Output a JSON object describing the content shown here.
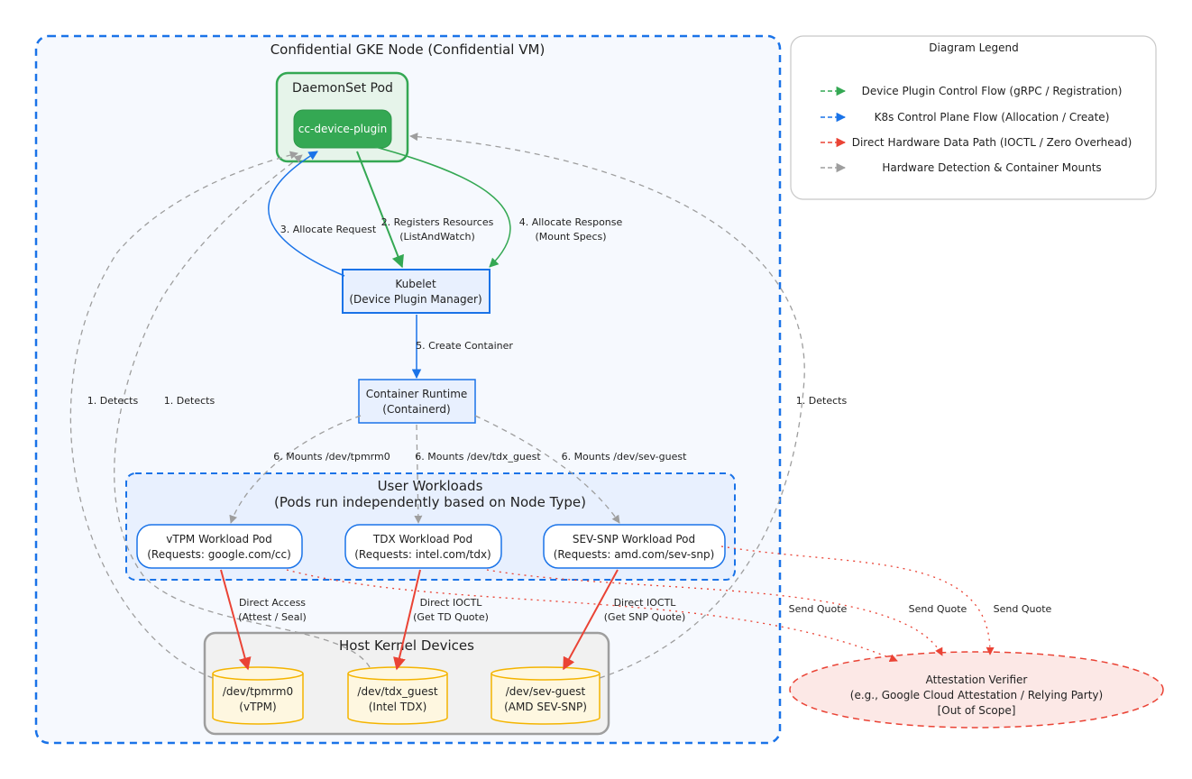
{
  "node": {
    "title": "Confidential GKE Node (Confidential VM)"
  },
  "daemonset": {
    "title": "DaemonSet Pod",
    "plugin": "cc-device-plugin"
  },
  "kubelet": {
    "line1": "Kubelet",
    "line2": "(Device Plugin Manager)"
  },
  "runtime": {
    "line1": "Container Runtime",
    "line2": "(Containerd)"
  },
  "workloads": {
    "title1": "User Workloads",
    "title2": "(Pods run independently based on Node Type)",
    "pods": [
      {
        "line1": "vTPM Workload Pod",
        "line2": "(Requests: google.com/cc)"
      },
      {
        "line1": "TDX Workload Pod",
        "line2": "(Requests: intel.com/tdx)"
      },
      {
        "line1": "SEV-SNP Workload Pod",
        "line2": "(Requests: amd.com/sev-snp)"
      }
    ]
  },
  "host": {
    "title": "Host Kernel Devices",
    "devices": [
      {
        "line1": "/dev/tpmrm0",
        "line2": "(vTPM)"
      },
      {
        "line1": "/dev/tdx_guest",
        "line2": "(Intel TDX)"
      },
      {
        "line1": "/dev/sev-guest",
        "line2": "(AMD SEV-SNP)"
      }
    ]
  },
  "verifier": {
    "line1": "Attestation Verifier",
    "line2": "(e.g., Google Cloud Attestation / Relying Party)",
    "line3": "[Out of Scope]"
  },
  "edges": {
    "registers1": "2. Registers Resources",
    "registers2": "(ListAndWatch)",
    "allocate_request": "3. Allocate Request",
    "allocate_response1": "4. Allocate Response",
    "allocate_response2": "(Mount Specs)",
    "create_container": "5. Create Container",
    "mount_tpm": "6. Mounts /dev/tpmrm0",
    "mount_tdx": "6. Mounts /dev/tdx_guest",
    "mount_sev": "6. Mounts /dev/sev-guest",
    "detects_left": "1. Detects",
    "detects_mid": "1. Detects",
    "detects_right": "1. Detects",
    "direct_access1": "Direct Access",
    "direct_access2": "(Attest / Seal)",
    "tdx_ioctl1": "Direct IOCTL",
    "tdx_ioctl2": "(Get TD Quote)",
    "snp_ioctl1": "Direct IOCTL",
    "snp_ioctl2": "(Get SNP Quote)",
    "send_quote_1": "Send Quote",
    "send_quote_2": "Send Quote",
    "send_quote_3": "Send Quote"
  },
  "legend": {
    "title": "Diagram Legend",
    "items": [
      {
        "label": "Device Plugin Control Flow (gRPC / Registration)",
        "color": "#34a853"
      },
      {
        "label": "K8s Control Plane Flow (Allocation / Create)",
        "color": "#1a73e8"
      },
      {
        "label": "Direct Hardware Data Path (IOCTL / Zero Overhead)",
        "color": "#ea4335"
      },
      {
        "label": "Hardware Detection & Container Mounts",
        "color": "#9e9e9e"
      }
    ]
  },
  "colors": {
    "green": "#34a853",
    "blue": "#1a73e8",
    "red": "#ea4335",
    "gray": "#9e9e9e",
    "amber": "#f4b400"
  }
}
